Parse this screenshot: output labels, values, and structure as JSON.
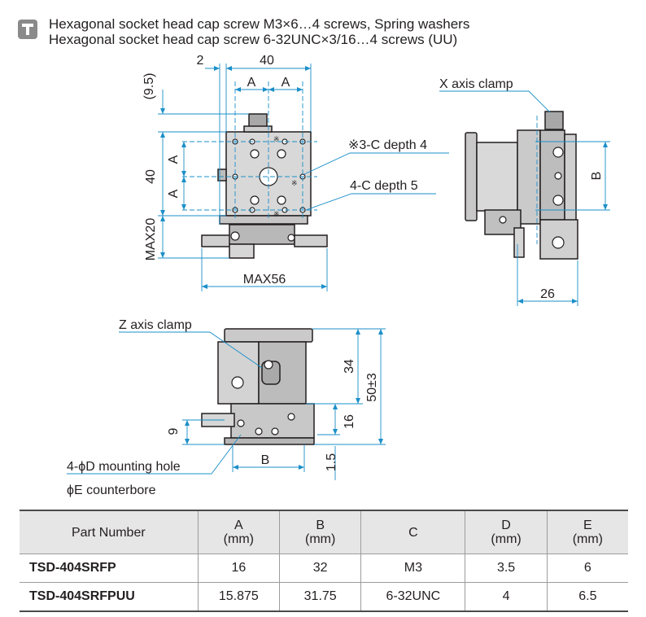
{
  "note": {
    "line1": "Hexagonal socket head cap screw M3×6…4 screws, Spring washers",
    "line2": "Hexagonal socket head cap screw 6-32UNC×3/16…4 screws (UU)"
  },
  "drawing": {
    "top_view": {
      "dim_2": "2",
      "dim_40_top": "40",
      "dim_A_left": "A",
      "dim_A_right": "A",
      "dim_9_5": "(9.5)",
      "dim_A_upper": "A",
      "dim_40_side": "40",
      "dim_A_lower": "A",
      "dim_max20": "MAX20",
      "dim_max56": "MAX56",
      "callout_3c": "※3-C depth 4",
      "callout_4c": "4-C depth 5",
      "mark_1": "※",
      "mark_2": "※",
      "mark_3": "※"
    },
    "side_view": {
      "callout_x_clamp": "X axis clamp",
      "dim_B": "B",
      "dim_26": "26"
    },
    "front_view": {
      "callout_z_clamp": "Z axis clamp",
      "dim_34": "34",
      "dim_50": "50±3",
      "dim_9": "9",
      "dim_16": "16",
      "dim_1_5": "1.5",
      "dim_B": "B",
      "callout_mount_1": "4-ϕD mounting hole",
      "callout_mount_2": "ϕE counterbore"
    }
  },
  "table": {
    "headers": [
      {
        "name": "Part Number",
        "unit": ""
      },
      {
        "name": "A",
        "unit": "(mm)"
      },
      {
        "name": "B",
        "unit": "(mm)"
      },
      {
        "name": "C",
        "unit": ""
      },
      {
        "name": "D",
        "unit": "(mm)"
      },
      {
        "name": "E",
        "unit": "(mm)"
      }
    ],
    "rows": [
      [
        "TSD-404SRFP",
        "16",
        "32",
        "M3",
        "3.5",
        "6"
      ],
      [
        "TSD-404SRFPUU",
        "15.875",
        "31.75",
        "6-32UNC",
        "4",
        "6.5"
      ]
    ]
  }
}
